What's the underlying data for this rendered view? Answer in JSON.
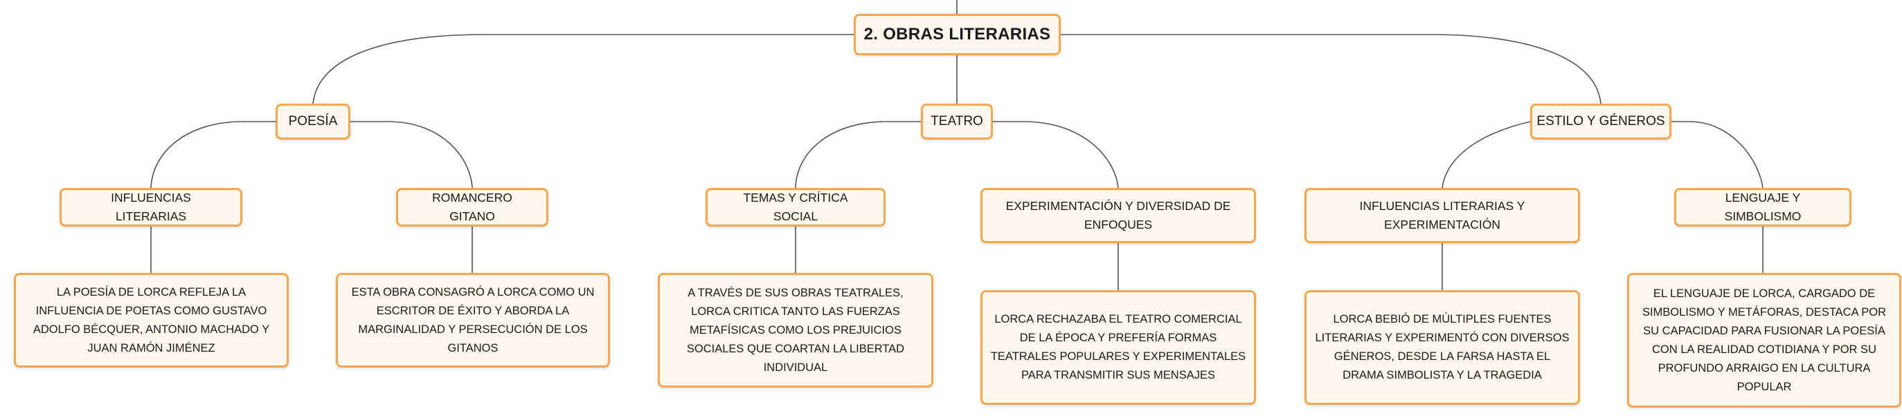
{
  "diagram": {
    "root": {
      "label": "2. OBRAS LITERARIAS"
    },
    "categories": [
      {
        "label": "POESÍA",
        "subtopics": [
          {
            "label": "INFLUENCIAS LITERARIAS",
            "detail": "LA POESÍA DE LORCA REFLEJA LA INFLUENCIA DE POETAS COMO GUSTAVO ADOLFO BÉCQUER, ANTONIO MACHADO Y JUAN RAMÓN JIMÉNEZ"
          },
          {
            "label": "ROMANCERO GITANO",
            "detail": "ESTA OBRA CONSAGRÓ A LORCA COMO UN ESCRITOR DE ÉXITO Y ABORDA LA MARGINALIDAD Y PERSECUCIÓN DE LOS GITANOS"
          }
        ]
      },
      {
        "label": "TEATRO",
        "subtopics": [
          {
            "label": "TEMAS Y CRÍTICA SOCIAL",
            "detail": "A TRAVÉS DE SUS OBRAS TEATRALES, LORCA CRITICA TANTO LAS FUERZAS METAFÍSICAS COMO LOS PREJUICIOS SOCIALES QUE COARTAN LA LIBERTAD INDIVIDUAL"
          },
          {
            "label": "EXPERIMENTACIÓN Y DIVERSIDAD DE ENFOQUES",
            "detail": "LORCA RECHAZABA EL TEATRO COMERCIAL DE LA ÉPOCA Y PREFERÍA FORMAS TEATRALES POPULARES Y EXPERIMENTALES PARA TRANSMITIR SUS MENSAJES"
          }
        ]
      },
      {
        "label": "ESTILO Y GÉNEROS",
        "subtopics": [
          {
            "label": "INFLUENCIAS LITERARIAS Y EXPERIMENTACIÓN",
            "detail": "LORCA BEBIÓ DE MÚLTIPLES FUENTES LITERARIAS Y EXPERIMENTÓ CON DIVERSOS GÉNEROS, DESDE LA FARSA HASTA EL DRAMA SIMBOLISTA Y LA TRAGEDIA"
          },
          {
            "label": "LENGUAJE Y SIMBOLISMO",
            "detail": "EL LENGUAJE DE LORCA, CARGADO DE SIMBOLISMO Y METÁFORAS, DESTACA POR SU CAPACIDAD PARA FUSIONAR LA POESÍA CON LA REALIDAD COTIDIANA Y POR SU PROFUNDO ARRAIGO EN LA CULTURA POPULAR"
          }
        ]
      }
    ],
    "colors": {
      "node_border": "#f5a84f",
      "node_fill": "#fef7ee",
      "connector": "#555555",
      "text": "#1a1a1a"
    }
  }
}
